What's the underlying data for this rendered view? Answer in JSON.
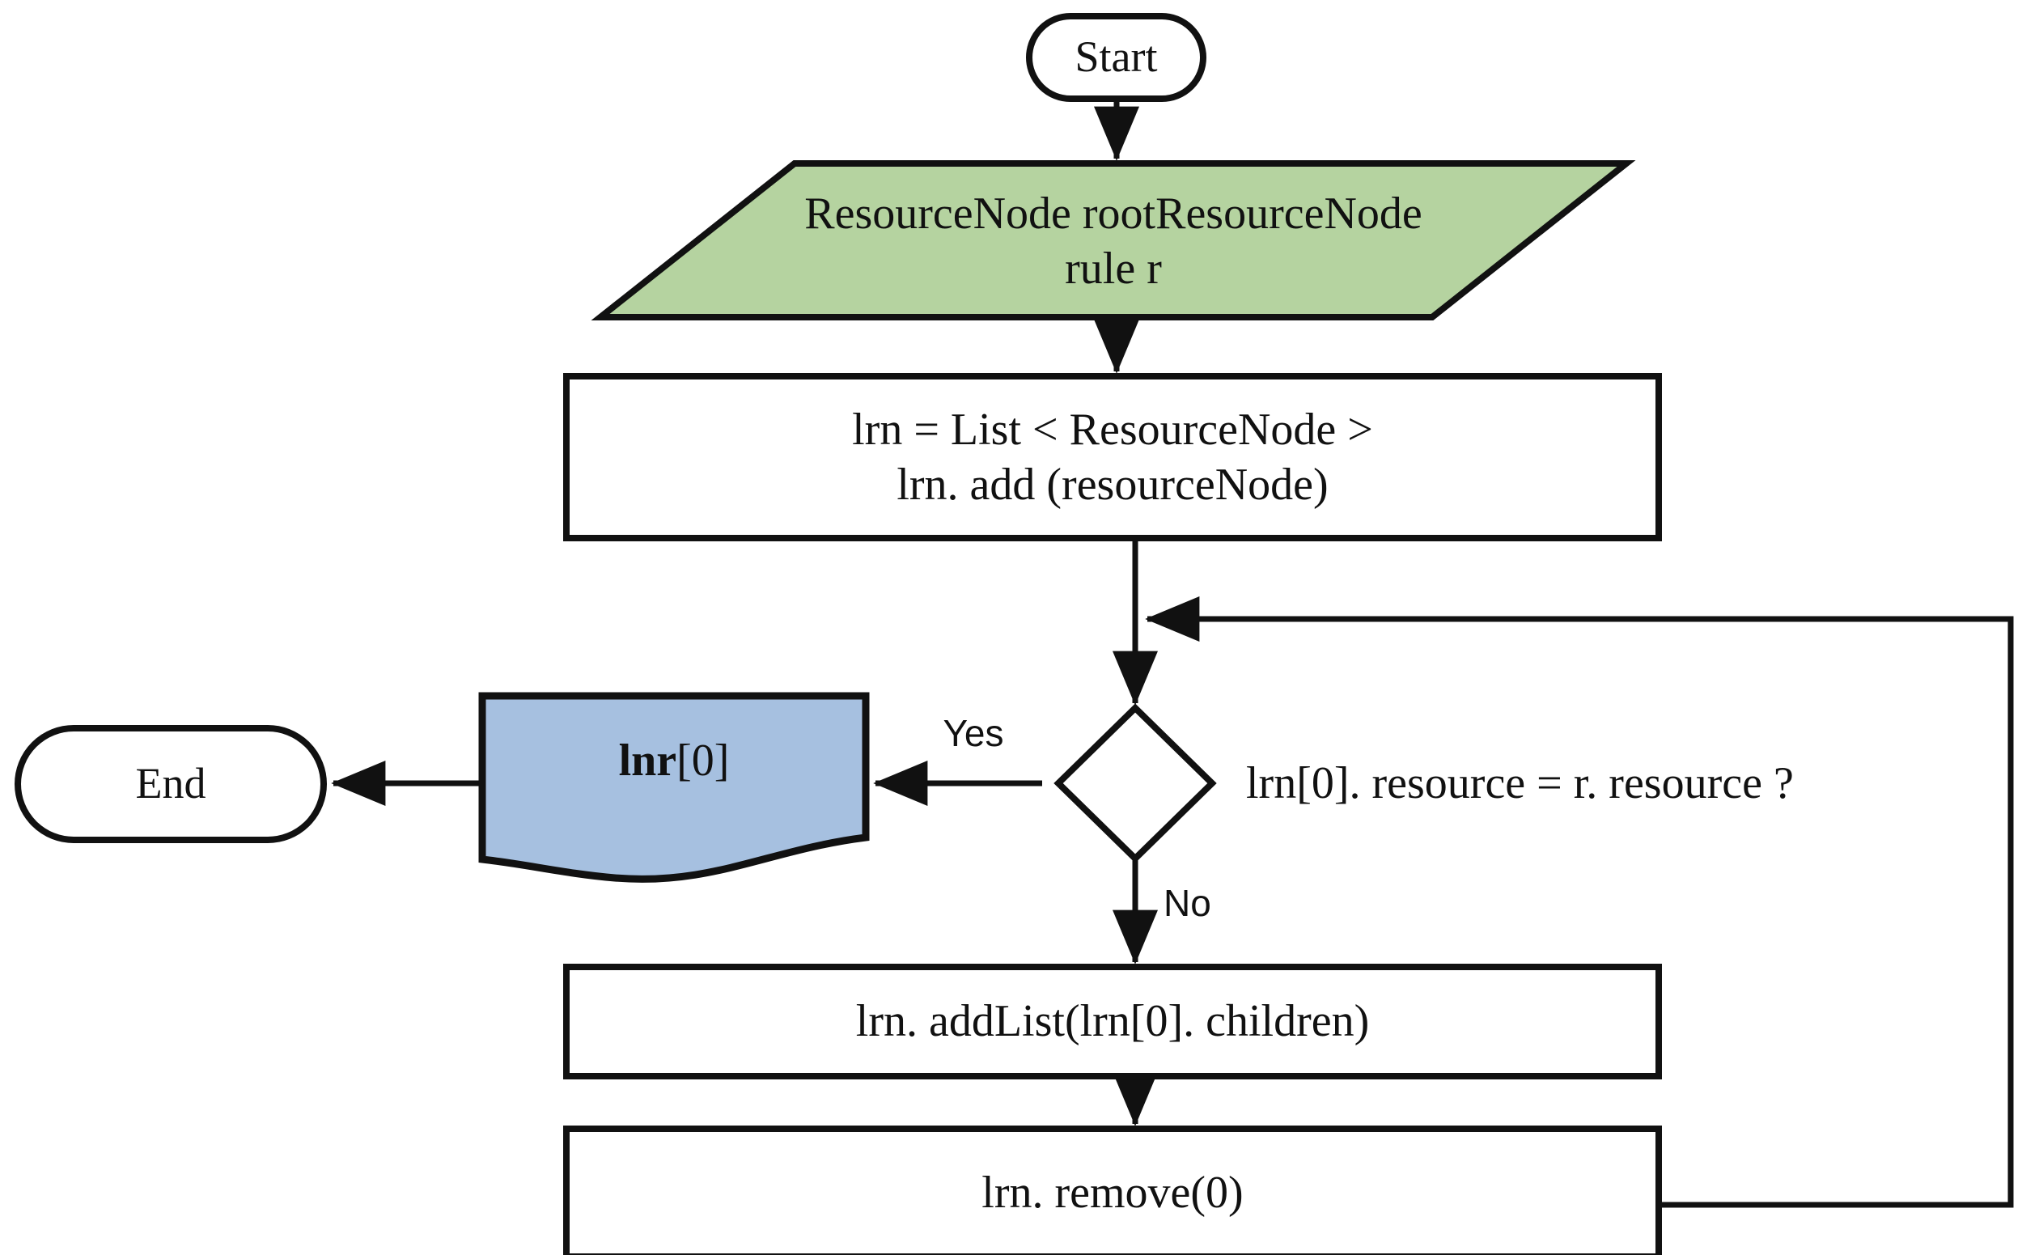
{
  "diagram": {
    "type": "flowchart",
    "title": "",
    "orientation": "top-to-bottom with right-side feedback loop"
  },
  "nodes": {
    "start": {
      "label": "Start",
      "shape": "terminal-rounded",
      "fill": "#ffffff",
      "stroke": "#111111"
    },
    "input": {
      "line1": "ResourceNode rootResourceNode",
      "line2": "rule r",
      "shape": "parallelogram-io",
      "fill": "#b5d3a0",
      "stroke": "#111111"
    },
    "init": {
      "line1": "lrn = List < ResourceNode >",
      "line2": "lrn. add (resourceNode)",
      "shape": "process-rectangle",
      "fill": "#ffffff",
      "stroke": "#111111"
    },
    "decision": {
      "label": "",
      "condition": "lrn[0]. resource = r. resource ?",
      "shape": "diamond",
      "fill": "#ffffff",
      "stroke": "#111111"
    },
    "output": {
      "label_bold": "lnr",
      "label_rest": "[0]",
      "shape": "document-wavy",
      "fill": "#a6c0e0",
      "stroke": "#111111"
    },
    "end": {
      "label": "End",
      "shape": "terminal-rounded",
      "fill": "#ffffff",
      "stroke": "#111111"
    },
    "add_children": {
      "label": "lrn. addList(lrn[0]. children)",
      "shape": "process-rectangle",
      "fill": "#ffffff",
      "stroke": "#111111"
    },
    "remove": {
      "label": "lrn. remove(0)",
      "shape": "process-rectangle",
      "fill": "#ffffff",
      "stroke": "#111111"
    }
  },
  "edges": {
    "yes_label": "Yes",
    "no_label": "No",
    "stroke": "#111111"
  }
}
